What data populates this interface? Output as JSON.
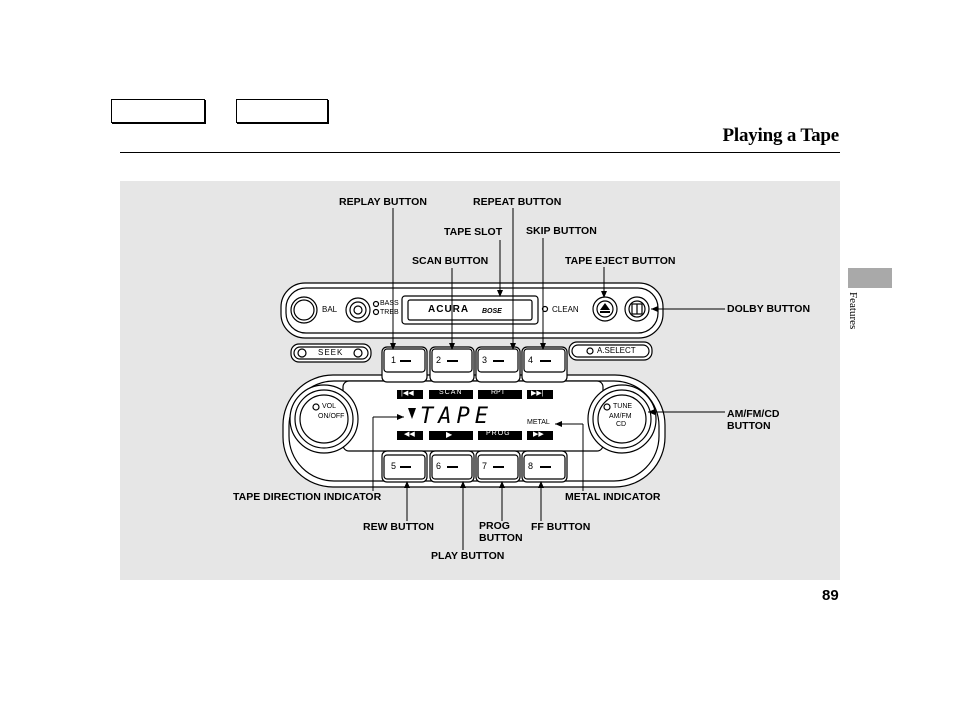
{
  "header": {
    "nav_buttons": [
      "",
      ""
    ],
    "title": "Playing a Tape"
  },
  "side_tab": {
    "label": "Features"
  },
  "page_number": "89",
  "callouts": {
    "replay": "REPLAY BUTTON",
    "repeat": "REPEAT BUTTON",
    "tape_slot": "TAPE SLOT",
    "skip": "SKIP BUTTON",
    "scan": "SCAN BUTTON",
    "tape_eject": "TAPE EJECT BUTTON",
    "dolby": "DOLBY BUTTON",
    "am_fm_cd": "AM/FM/CD\nBUTTON",
    "tape_direction": "TAPE DIRECTION INDICATOR",
    "metal_indicator": "METAL INDICATOR",
    "rew": "REW BUTTON",
    "prog": "PROG\nBUTTON",
    "ff": "FF BUTTON",
    "play": "PLAY BUTTON"
  },
  "radio": {
    "bal": "BAL",
    "bass": "BASS",
    "treb": "TREB",
    "brand": "ACURA",
    "brand_sub": "BOSE",
    "clean": "CLEAN",
    "seek": "SEEK",
    "a_select": "A.SELECT",
    "vol": "VOL",
    "on_off": "ON/OFF",
    "tune": "TUNE",
    "am_fm": "AM/FM",
    "cd": "CD",
    "display_text": "TAPE",
    "metal": "METAL",
    "preset_top": [
      "1",
      "2",
      "3",
      "4"
    ],
    "preset_bottom": [
      "5",
      "6",
      "7",
      "8"
    ],
    "function_top": [
      "|◀◀",
      "SCAN",
      "RPT",
      "▶▶|"
    ],
    "function_bottom": [
      "◀◀",
      "▶",
      "PROG",
      "▶▶"
    ]
  }
}
